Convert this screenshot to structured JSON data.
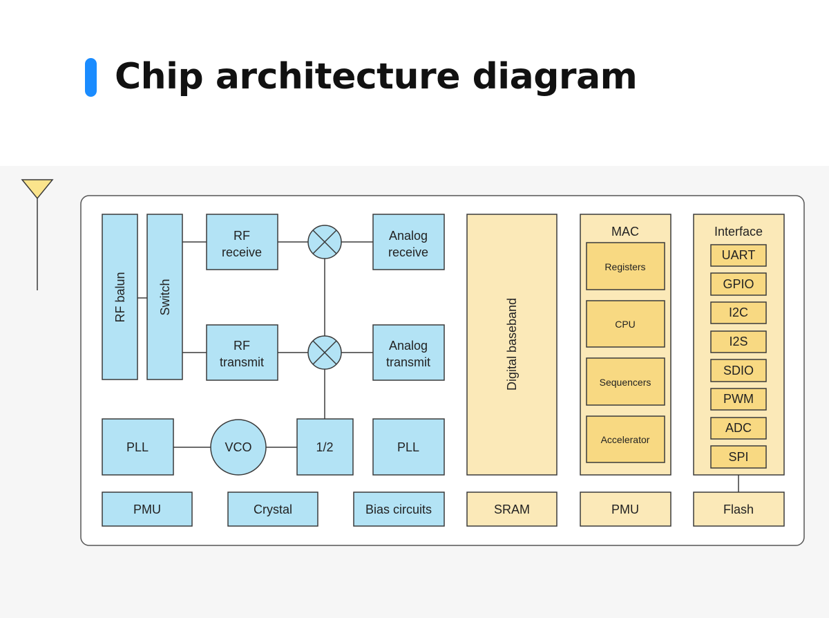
{
  "header": {
    "title": "Chip architecture diagram",
    "accent_color": "#1a8cff"
  },
  "colors": {
    "rf_block_fill": "#b3e3f5",
    "digital_block_fill": "#fbe9b8",
    "inner_digital_fill": "#f8d982",
    "stroke": "#3a3a3a",
    "chip_border": "#555555",
    "antenna_fill": "#fbe48c"
  },
  "diagram": {
    "antenna_icon": "antenna-triangle",
    "mixer_icon": "circle-cross",
    "rf": {
      "rf_balun": "RF balun",
      "switch": "Switch",
      "rf_receive": [
        "RF",
        "receive"
      ],
      "rf_transmit": [
        "RF",
        "transmit"
      ],
      "analog_receive": [
        "Analog",
        "receive"
      ],
      "analog_transmit": [
        "Analog",
        "transmit"
      ],
      "pll_1": "PLL",
      "vco": "VCO",
      "divider": "1/2",
      "pll_2": "PLL",
      "pmu": "PMU",
      "crystal": "Crystal",
      "bias": "Bias circuits"
    },
    "digital": {
      "digital_baseband": "Digital baseband",
      "sram": "SRAM",
      "mac": {
        "title": "MAC",
        "items": [
          "Registers",
          "CPU",
          "Sequencers",
          "Accelerator"
        ]
      },
      "pmu": "PMU",
      "interface": {
        "title": "Interface",
        "items": [
          "UART",
          "GPIO",
          "I2C",
          "I2S",
          "SDIO",
          "PWM",
          "ADC",
          "SPI"
        ]
      },
      "flash": "Flash"
    }
  }
}
